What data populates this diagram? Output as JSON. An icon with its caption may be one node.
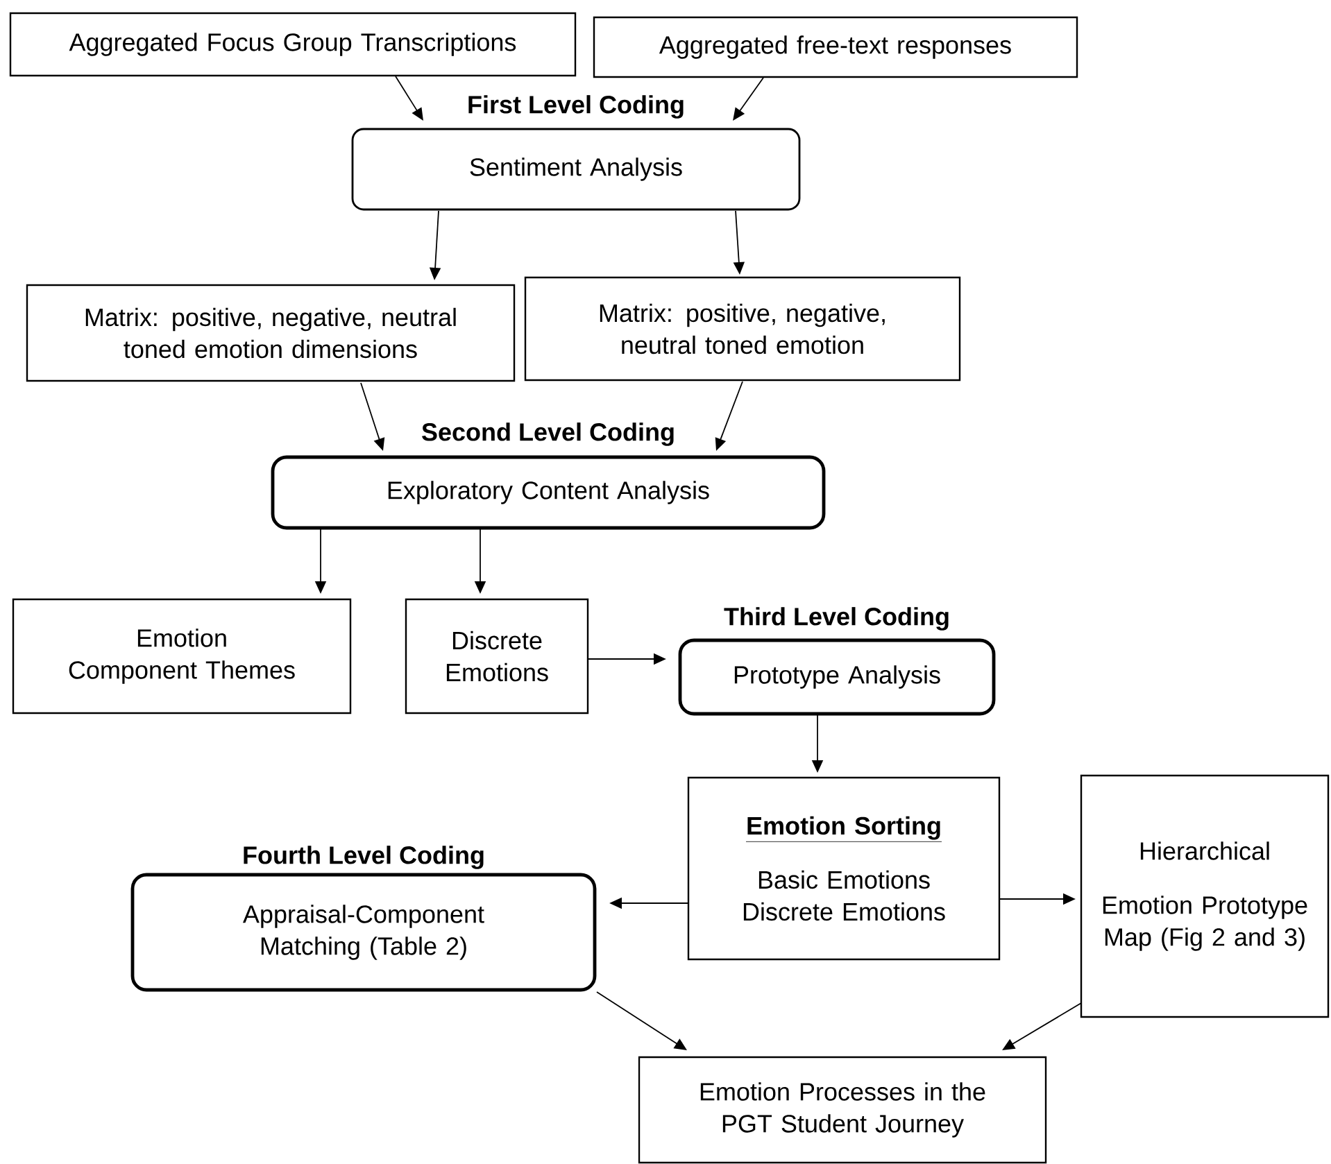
{
  "diagram": {
    "nodes": [
      {
        "text": [
          "Aggregated Focus Group Transcriptions"
        ]
      },
      {
        "text": [
          "Aggregated free-text responses"
        ]
      },
      {
        "text": [
          "First Level Coding",
          "Sentiment Analysis"
        ]
      },
      {
        "text": [
          "Matrix: positive, negative, neutral toned emotion dimensions"
        ]
      },
      {
        "text": [
          "Matrix: positive, negative, neutral toned emotion"
        ]
      },
      {
        "text": [
          "Second Level Coding",
          "Exploratory Content Analysis"
        ]
      },
      {
        "text": [
          "Emotion Component Themes"
        ]
      },
      {
        "text": [
          "Discrete Emotions"
        ]
      },
      {
        "text": [
          "Third Level Coding",
          "Prototype Analysis"
        ]
      },
      {
        "text": [
          "Emotion Sorting",
          "Basic Emotions Discrete Emotions"
        ]
      },
      {
        "text": [
          "Fourth Level Coding",
          "Appraisal-Component Matching (Table 2)"
        ]
      },
      {
        "text": [
          "Hierarchical",
          "Emotion Prototype Map (Fig 2 and 3)"
        ]
      },
      {
        "text": [
          "Emotion Processes in the PGT Student Journey"
        ]
      }
    ],
    "edges": [
      {
        "from": 0,
        "to": 2,
        "arrow": "to"
      },
      {
        "from": 1,
        "to": 2,
        "arrow": "to"
      },
      {
        "from": 2,
        "to": 3,
        "arrow": "to"
      },
      {
        "from": 2,
        "to": 4,
        "arrow": "to"
      },
      {
        "from": 3,
        "to": 5,
        "arrow": "to"
      },
      {
        "from": 4,
        "to": 5,
        "arrow": "to"
      },
      {
        "from": 5,
        "to": 6,
        "arrow": "to"
      },
      {
        "from": 5,
        "to": 7,
        "arrow": "to"
      },
      {
        "from": 7,
        "to": 8,
        "arrow": "to"
      },
      {
        "from": 8,
        "to": 9,
        "arrow": "to"
      },
      {
        "from": 9,
        "to": 10,
        "arrow": "to"
      },
      {
        "from": 9,
        "to": 11,
        "arrow": "to"
      },
      {
        "from": 10,
        "to": 12,
        "arrow": "to"
      },
      {
        "from": 11,
        "to": 12,
        "arrow": "to"
      }
    ]
  }
}
